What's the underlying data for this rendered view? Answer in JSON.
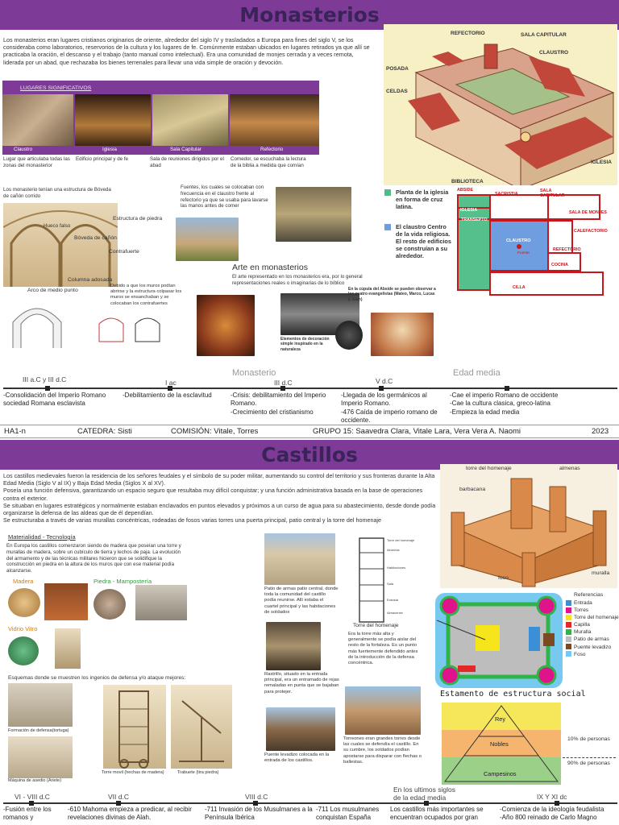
{
  "monasterios": {
    "title": "Monasterios",
    "intro": "Los monasterios eran lugares cristianos originarios de oriente, alrededor del siglo IV y trasladados a Europa para fines del siglo V, se los consideraba como laboratorios, reservorios de la cultura y los lugares de fe. Comúnmente estaban ubicados en lugares retirados ya que allí se practicaba la oración, el descanso y el trabajo (tanto manual como intelectual). Era una comunidad de monjes cerrada y a veces remota, liderada por un abad, que rechazaba los bienes terrenales para llevar una vida simple de oración y devoción.",
    "lugares_title": "LUGARES SIGNIFICATIVOS",
    "places": [
      {
        "name": "Claustro",
        "desc": "Lugar que articulaba todas las zonas del monasterior"
      },
      {
        "name": "Iglesia",
        "desc": "Edificio principal y de fe"
      },
      {
        "name": "Sala Capitular",
        "desc": "Sala de reuniones dirigidos por el abad"
      },
      {
        "name": "Refectorio",
        "desc": "Comedor, se escuchaba la lectura de la biblia a medida que comían"
      }
    ],
    "boveda_text": "Los monasterio tenían una estructura de Bóveda de cañón corrido",
    "arch_labels": {
      "estructura": "Estructura de piedra",
      "boveda": "Bóveda de cañón",
      "contrafuerte": "Contrafuerte",
      "columna": "Columna adosada",
      "arco": "Arco de medio punto",
      "falso": "Hueco falso"
    },
    "fuentes_text": "Fuentes, los cuales se colocaban con frecuencia en el claustro frente al refectorio ya que se usaba para lavarse las manos antes de comer",
    "muros_text": "Debido a que los muros podían abrirse y la estructura colpasar los muros se ensanchaban y se colocaban los contrafuertes",
    "arte_title": "Arte en monasterios",
    "arte_text": "El arte representado en los monasterios era, por lo general representaciones reales o imaginarias de lo bíblico",
    "decoracion_text": "Elementos de decoración simple inspirado en la naturaleza",
    "cupula_text": "En la cúpula del Abside se pueden observar a los cuatro evangelistas (Mateo, Marco, Lucas y Juan)",
    "plan_labels": {
      "refectorio": "REFECTORIO",
      "sala_capitular": "SALA CAPITULAR",
      "claustro": "CLAUSTRO",
      "posada": "POSADA",
      "celdas": "CELDAS",
      "biblioteca": "BIBLIOTECA",
      "iglesia": "IGLESIA"
    },
    "legend_green": "Planta de la iglesia en forma de cruz latina.",
    "legend_blue": "El claustro Centro de la vida religiosa. El resto de edificios se construían a su alrededor.",
    "floor_labels": {
      "abside": "ABSIDE",
      "sacristia": "SACRISTIA",
      "sala_cap": "SALA CAPITULAR",
      "sala_monjes": "SALA DE MONJES",
      "iglesia": "IGLESIA",
      "transepto": "TRANSEPTO",
      "claustro": "CLAUSTRO",
      "fuente": "Fuente",
      "calefactorio": "CALEFACTORIO",
      "refectorio": "REFECTORIO",
      "cocina": "COCINA",
      "cilla": "CILLA"
    }
  },
  "timeline1": {
    "labels": [
      {
        "text": "III a.C y III d.C"
      },
      {
        "text": "I ac"
      },
      {
        "text": "Monasterio"
      },
      {
        "text": "III d.C"
      },
      {
        "text": "V d.C"
      },
      {
        "text": "Edad media"
      }
    ],
    "events": [
      {
        "text": "-Consolidación del Imperio Romano sociedad Romana esclavista"
      },
      {
        "text": "-Debilitamiento de la esclavitud"
      },
      {
        "text": "-Crisis: debilitamiento del Imperio Romano.\n-Crecimiento del cristianismo"
      },
      {
        "text": "-Llegada de los germánicos al Imperio Romano.\n-476 Caída de imperio romano de occidente."
      },
      {
        "text": "-Cae el imperio Romano de occidente\n-Cae la cultura clasica, greco-latina\n-Empieza la edad media"
      }
    ]
  },
  "footer": {
    "code": "HA1-n",
    "catedra": "CATEDRA: Sisti",
    "comision": "COMISIÓN: Vitale, Torres",
    "grupo": "GRUPO 15: Saavedra Clara, Vitale Lara, Vera Vera A. Naomi",
    "year": "2023"
  },
  "castillos": {
    "title": "Castillos",
    "intro1": "Los castillos medievales fueron la residencia de los señores feudales y el símbolo de su poder militar, aumentando su control del territorio y sus fronteras durante la Alta Edad Media (Siglo V al IX) y Baja Edad Media (Siglos X al XV).",
    "intro2": "Poseía una función defensiva, garantizando un espacio seguro que resultaba muy difícil conquistar; y una función administrativa basada en la base de operaciones contra el exterior.",
    "intro3": "Se situaban en lugares estratégicos y normalmente estaban enclavados en puntos elevados y próximos a un curso de agua para su abastecimiento, desde donde podía organizarse la defensa de las aldeas que de él dependían.",
    "intro4": "Se estructuraba a través de varias murallas concéntricas, rodeadas de fosos varias torres una puerta principal, patio central y la torre del homenaje",
    "materialidad_title": "Materialidad - Tecnología",
    "materialidad_text": "En Europa los castillos comenzaron siendo de madera que poseían una torre y murallas de madera, sobre un cubículo de tierra y lechos de paja. La evolución del armamento y de las técnicas militares hicieron que se solidifique la construcción en piedra en la altura de los muros que con ese material podía alcanzarse.",
    "madera": "Madera",
    "piedra": "Piedra - Mampostería",
    "vidrio": "Vidrio Vitro",
    "esquemas_text": "Esquemas donde se muestren los ingenios de defensa y/o ataque mejores:",
    "formacion": "Formación de defensa(tortuga)",
    "maquina": "Máquina de asedio (Ariete)",
    "torre_movil": "Torre movil (hechas de madera)",
    "trabuete": "Trabuete (tira piedra)",
    "patio_text": "Patio de armas patio central, donde toda la comunidad del castillo podía reunirse. Allí estaba el cuartel principal y las habitaciones de soldados",
    "torre_homenaje_title": "Torre del homenaje",
    "torre_homenaje_text": "Era la torre más alta y generalmente se podía aislar del resto de la fortaleza. Es un punto más fuertemente defendido antes de la introducción de la defensa concéntrica.",
    "rastrillo_text": "Rastrillo, situado en la entrada principal, era un entramado de rejas remaladas en punta que se bajaban para protejer.",
    "puente_text": "Puente levadizo colocada en la entrada de los castillos.",
    "torreones_text": "Torreones eran grandes torres desde las cuales se defendía el castillo. En su cumbre, los soldados podían apostarse para disparar con flechas o ballestas.",
    "castle_labels": {
      "homenaje": "torre del homenaje",
      "almenas": "almenas",
      "barbacana": "barbacana",
      "muralla": "muralla",
      "foso": "foso"
    },
    "tower_labels": [
      "Torre del homenaje",
      "Almenas",
      "Habitaciones",
      "Sala",
      "Entrada",
      "Almacenes"
    ],
    "referencias_title": "Referencias",
    "referencias": [
      {
        "label": "Entrada",
        "color": "#3b8fd6"
      },
      {
        "label": "Torres",
        "color": "#e0148a"
      },
      {
        "label": "Torre del homenaje",
        "color": "#f6e51a"
      },
      {
        "label": "Capilla",
        "color": "#e02a2a"
      },
      {
        "label": "Muralla",
        "color": "#2fb34a"
      },
      {
        "label": "Patio de armas",
        "color": "#bdbdbd"
      },
      {
        "label": "Puente levadizo",
        "color": "#7a4a22"
      },
      {
        "label": "Foso",
        "color": "#78c9f0"
      }
    ],
    "estamento_title": "Estamento de estructura social",
    "pyramid": {
      "rey": "Rey",
      "nobles": "Nobles",
      "campesinos": "Campesinos",
      "p10": "10% de personas",
      "p90": "90% de personas"
    }
  },
  "timeline2": {
    "labels": [
      {
        "text": "VI - VIII d.C"
      },
      {
        "text": "VII d.C"
      },
      {
        "text": "VIII d.C"
      },
      {
        "text": "En los ultimos siglos de la edad media"
      },
      {
        "text": "IX Y XI dc"
      }
    ],
    "events": [
      {
        "text": "-Fusión entre los romanos y"
      },
      {
        "text": "-610 Mahoma empieza a predicar, al recibir revelaciones divinas de Alah."
      },
      {
        "text": "-711 Invasión de los Musulmanes a la Península Ibérica"
      },
      {
        "text": "-711 Los musulmanes conquistan España"
      },
      {
        "text": "Los castillos más importantes se encuentran ocupados por gran"
      },
      {
        "text": "-Comienza de la ideología feudalista\n-Año 800 reinado de Carlo Magno"
      }
    ]
  }
}
